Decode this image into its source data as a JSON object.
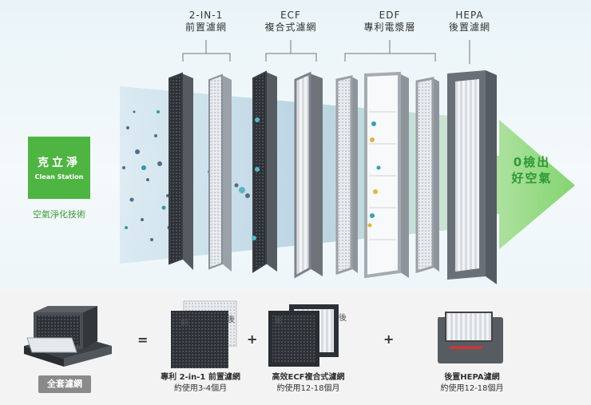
{
  "layers": [
    {
      "line1": "2-IN-1",
      "line2": "前置濾網"
    },
    {
      "line1": "ECF",
      "line2": "複合式濾網"
    },
    {
      "line1": "EDF",
      "line2": "專利電漿層"
    },
    {
      "line1": "HEPA",
      "line2": "後置濾網"
    }
  ],
  "brand": {
    "name": "克立淨",
    "name_en": "Clean Station",
    "tech": "空氣淨化技術"
  },
  "result": {
    "line1": "0檢出",
    "line2": "好空氣"
  },
  "products": {
    "all_set": "全套濾網",
    "front_label": "前",
    "back_label": "後",
    "pre_filter": {
      "name": "專利 2-in-1 前置濾網",
      "life": "約使用3-4個月"
    },
    "ecf_filter": {
      "name": "高效ECF複合式濾網",
      "life": "約使用12-18個月"
    },
    "hepa_filter": {
      "name": "後置HEPA濾網",
      "life": "約使用12-18個月"
    }
  },
  "operators": {
    "equals": "=",
    "plus": "+"
  },
  "colors": {
    "brand_green": "#4fb542",
    "text_green": "#2e9a36",
    "frame_gray": "#666666"
  }
}
